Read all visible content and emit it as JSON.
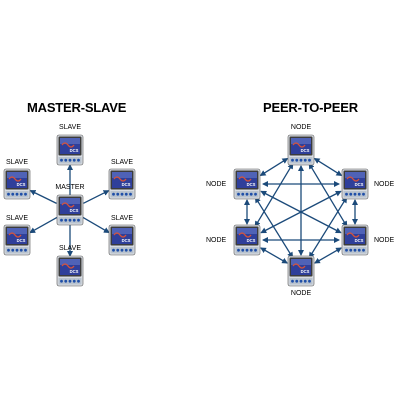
{
  "master_slave": {
    "title": "MASTER-SLAVE",
    "master_label": "MASTER",
    "slave_labels": [
      "SLAVE",
      "SLAVE",
      "SLAVE",
      "SLAVE",
      "SLAVE",
      "SLAVE"
    ]
  },
  "peer_to_peer": {
    "title": "PEER-TO-PEER",
    "node_labels": [
      "NODE",
      "NODE",
      "NODE",
      "NODE",
      "NODE",
      "NODE"
    ]
  },
  "device": {
    "screen_text": "DCS",
    "colors": {
      "bezel": "#3c3c3c",
      "screen": "#2f3f9a",
      "screen_light": "#6a7fd0",
      "keypad": "#b9c3cf",
      "key": "#1f4fa8",
      "arrow": "#1b4a7a"
    }
  }
}
